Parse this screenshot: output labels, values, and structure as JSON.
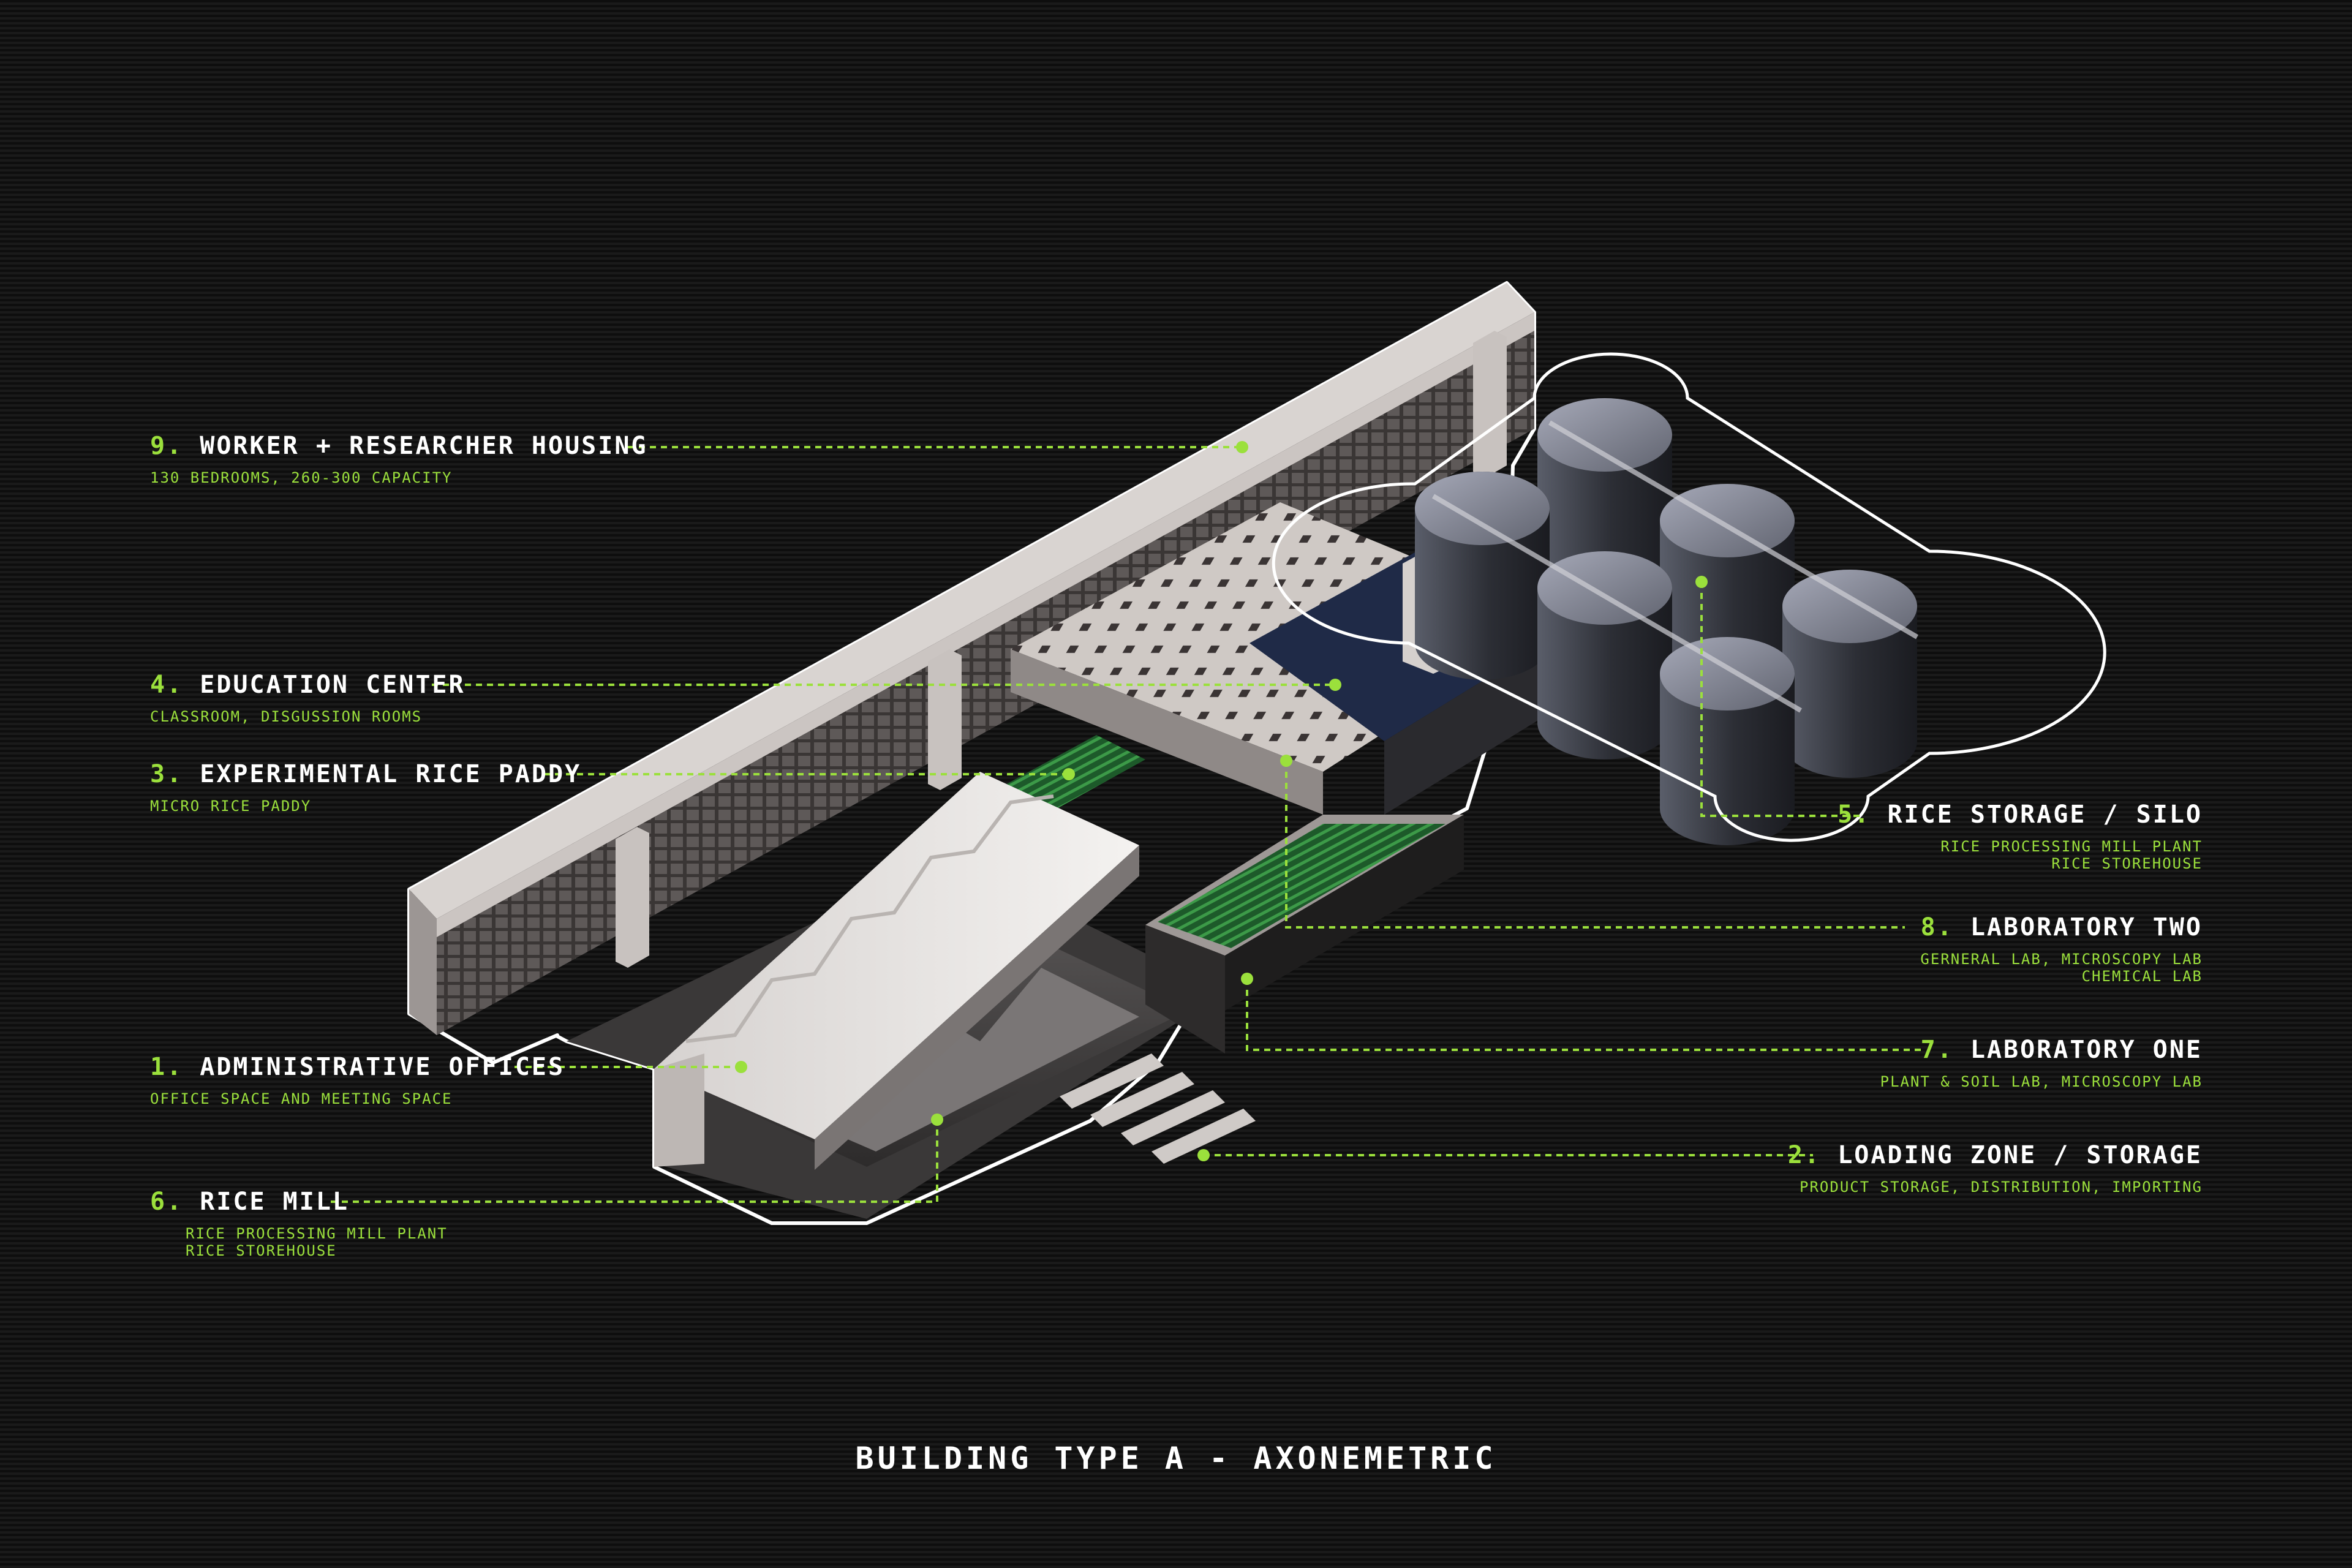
{
  "caption": "BUILDING TYPE A - AXONEMETRIC",
  "accent_color": "#9be03c",
  "labels": [
    {
      "id": "worker-housing",
      "num": "9.",
      "title": "WORKER + RESEARCHER HOUSING",
      "sub": [
        "130 BEDROOMS, 260-300 CAPACITY"
      ]
    },
    {
      "id": "education-center",
      "num": "4.",
      "title": "EDUCATION CENTER",
      "sub": [
        "CLASSROOM, DISGUSSION ROOMS"
      ]
    },
    {
      "id": "experimental-rice-paddy",
      "num": "3.",
      "title": "EXPERIMENTAL RICE PADDY",
      "sub": [
        "MICRO RICE PADDY"
      ]
    },
    {
      "id": "administrative-offices",
      "num": "1.",
      "title": "ADMINISTRATIVE OFFICES",
      "sub": [
        "OFFICE SPACE AND MEETING SPACE"
      ]
    },
    {
      "id": "rice-mill",
      "num": "6.",
      "title": "RICE MILL",
      "sub": [
        "RICE PROCESSING MILL PLANT",
        "RICE STOREHOUSE"
      ]
    },
    {
      "id": "rice-storage-silo",
      "num": "5.",
      "title": "RICE STORAGE / SILO",
      "sub": [
        "RICE PROCESSING MILL PLANT",
        "RICE STOREHOUSE"
      ]
    },
    {
      "id": "laboratory-two",
      "num": "8.",
      "title": "LABORATORY TWO",
      "sub": [
        "GERNERAL LAB, MICROSCOPY LAB",
        "CHEMICAL LAB"
      ]
    },
    {
      "id": "laboratory-one",
      "num": "7.",
      "title": "LABORATORY ONE",
      "sub": [
        "PLANT & SOIL LAB, MICROSCOPY LAB"
      ]
    },
    {
      "id": "loading-zone",
      "num": "2.",
      "title": "LOADING ZONE / STORAGE",
      "sub": [
        "PRODUCT STORAGE, DISTRIBUTION, IMPORTING"
      ]
    }
  ]
}
